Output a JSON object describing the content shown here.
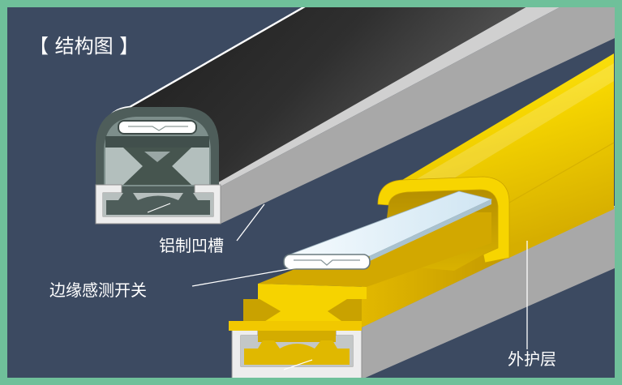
{
  "title": "【 结构图 】",
  "labels": {
    "aluminum_channel": "铝制凹槽",
    "edge_sensing_switch": "边缘感测开关",
    "outer_protective_layer": "外护层"
  },
  "colors": {
    "frame": "#6fc09a",
    "background": "#3c4a61",
    "rubber_profile": "#2f2f2f",
    "aluminum": "#a8a8a8",
    "outer_layer": "#f2cf00",
    "sensing_switch": "#e8f4fb"
  }
}
